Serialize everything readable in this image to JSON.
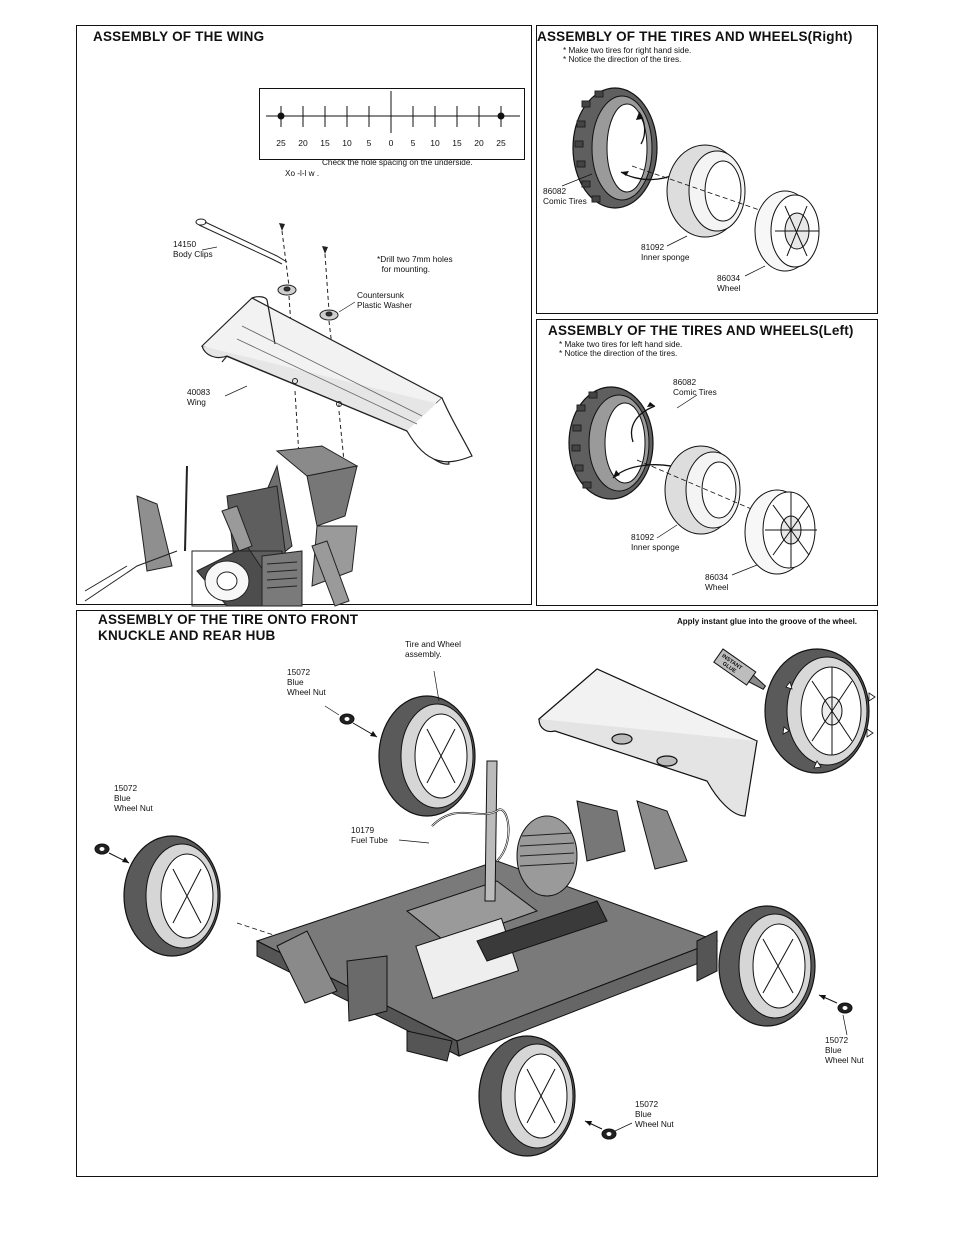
{
  "wing_panel": {
    "title": "ASSEMBLY OF THE WING",
    "ruler_ticks": [
      "25",
      "20",
      "15",
      "10",
      "5",
      "0",
      "5",
      "10",
      "15",
      "20",
      "25"
    ],
    "hole_note": "Check the hole spacing on the underside.",
    "small_note": "Xo -l-l w .",
    "drill_note": "*Drill two 7mm holes\n  for mounting.",
    "labels": {
      "body_clips": "14150\nBody Clips",
      "washer": "Countersunk\nPlastic Washer",
      "wing": "40083\nWing"
    }
  },
  "tires_right_panel": {
    "title": "ASSEMBLY OF THE TIRES AND WHEELS(Right)",
    "notes": [
      "* Make two tires for right hand side.",
      "* Notice the direction of the tires."
    ],
    "labels": {
      "tires": "86082\nComic Tires",
      "sponge": "81092\nInner sponge",
      "wheel": "86034\nWheel"
    }
  },
  "tires_left_panel": {
    "title": "ASSEMBLY OF THE TIRES AND WHEELS(Left)",
    "notes": [
      "* Make two tires for left hand side.",
      "* Notice the direction of the tires."
    ],
    "labels": {
      "tires": "86082\nComic Tires",
      "sponge": "81092\nInner sponge",
      "wheel": "86034\nWheel"
    }
  },
  "knuckle_panel": {
    "title_line1": "ASSEMBLY OF THE TIRE ONTO FRONT",
    "title_line2": "KNUCKLE AND REAR HUB",
    "glue_note": "Apply instant glue into the groove of the wheel.",
    "glue_bottle": "INSTANT\nGLUE",
    "labels": {
      "tire_assembly": "Tire and Wheel\nassembly.",
      "nut_top": "15072\nBlue\nWheel Nut",
      "nut_left": "15072\nBlue\nWheel Nut",
      "fuel_tube": "10179\nFuel Tube",
      "nut_right": "15072\nBlue\nWheel Nut",
      "nut_bottom": "15072\nBlue\nWheel Nut"
    }
  }
}
